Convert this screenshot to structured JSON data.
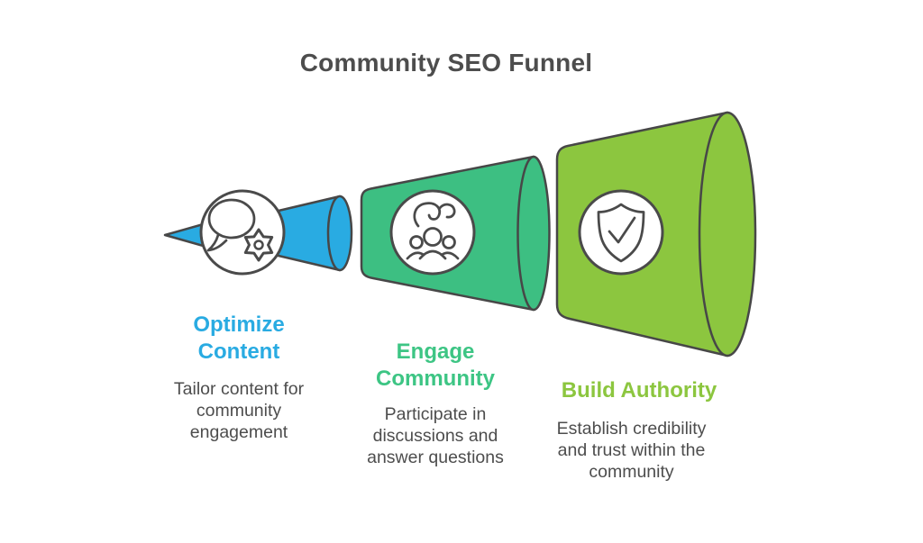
{
  "title": "Community SEO Funnel",
  "colors": {
    "background": "#FFFFFF",
    "outline": "#474747",
    "title_text": "#4D4D4D",
    "body_text": "#4D4D4D",
    "blue": "#29ABE2",
    "green": "#3DBF82",
    "lime": "#8CC63F",
    "icon_stroke": "#4A4A4A",
    "icon_fill": "#FFFFFF"
  },
  "stages": [
    {
      "id": "optimize-content",
      "heading_line1": "Optimize",
      "heading_line2": "Content",
      "description": "Tailor content for community engagement",
      "color": "#29ABE2",
      "icon": "speech-bubble-gear-icon"
    },
    {
      "id": "engage-community",
      "heading_line1": "Engage",
      "heading_line2": "Community",
      "description": "Participate in discussions and answer questions",
      "color": "#3DC584",
      "icon": "community-people-icon"
    },
    {
      "id": "build-authority",
      "heading_line1": "Build Authority",
      "heading_line2": "",
      "description": "Establish credibility and trust within the community",
      "color": "#8CC63F",
      "icon": "shield-check-icon"
    }
  ]
}
